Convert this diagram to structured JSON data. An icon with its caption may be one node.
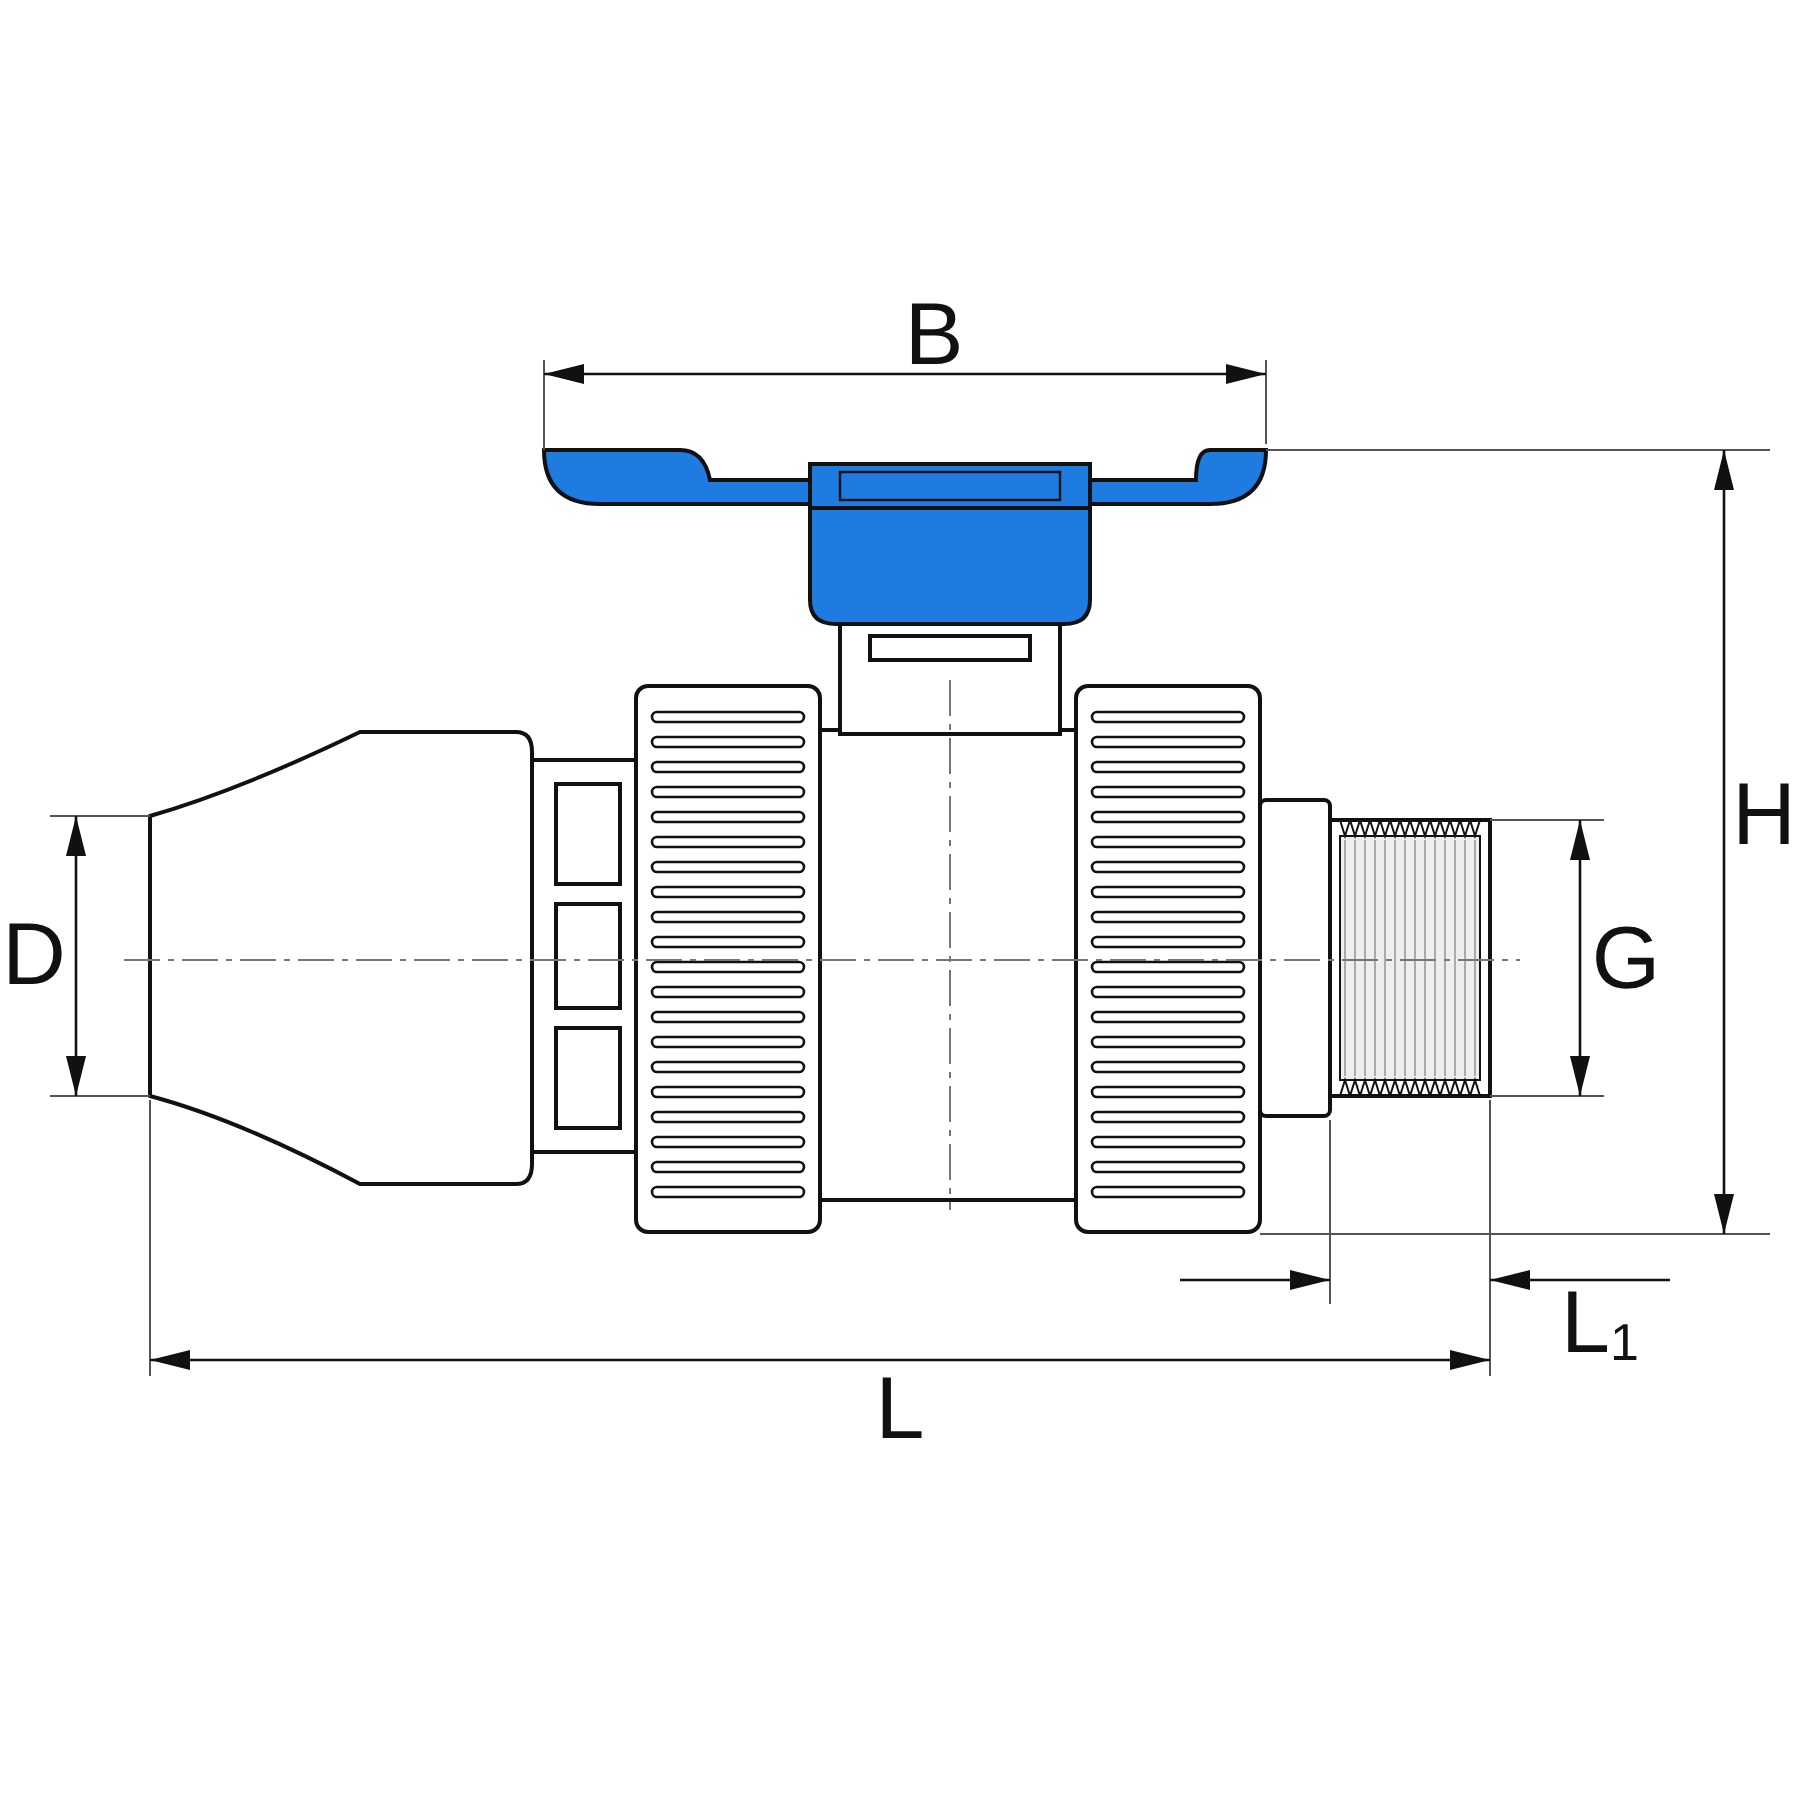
{
  "diagram": {
    "labels": [
      "B",
      "H",
      "D",
      "G",
      "L",
      "L$_{1}$"
    ]
  }
}
